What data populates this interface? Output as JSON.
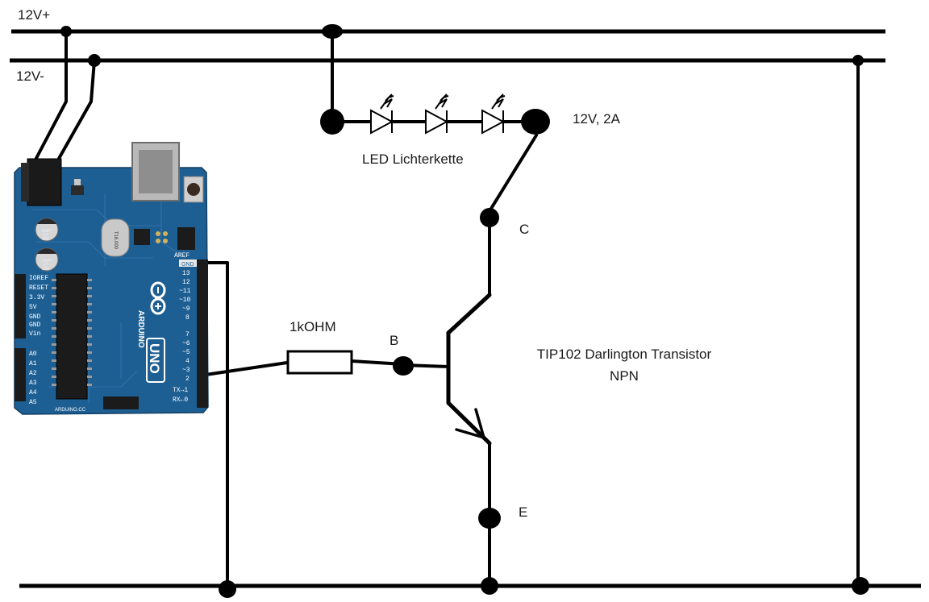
{
  "labels": {
    "rail_pos": "12V+",
    "rail_neg": "12V-",
    "supply": "12V, 2A",
    "led_chain": "LED Lichterkette",
    "resistor": "1kOHM",
    "base": "B",
    "collector": "C",
    "emitter": "E",
    "transistor_line1": "TIP102 Darlington Transistor",
    "transistor_line2": "NPN"
  },
  "arduino": {
    "brand": "UNO",
    "logo": "ARDUINO",
    "site": "ARDUINO.CC",
    "header_top": [
      "AREF",
      "GND",
      "13",
      "12",
      "~11",
      "~10",
      "~9",
      "8",
      "7",
      "~6",
      "~5",
      "4",
      "~3",
      "2",
      "TX→1",
      "RX←0"
    ],
    "header_power": [
      "IOREF",
      "RESET",
      "3.3V",
      "5V",
      "GND",
      "GND",
      "Vin"
    ],
    "header_analog": [
      "A0",
      "A1",
      "A2",
      "A3",
      "A4",
      "A5"
    ],
    "cap_text": [
      "10047",
      "47",
      "25V"
    ],
    "crystal_text": "T16.000"
  },
  "colors": {
    "wire": "#000000",
    "board": "#1e5f93",
    "board_dark": "#154a75",
    "header": "#1b1b1b"
  },
  "icons": [
    "led-symbol",
    "resistor-symbol",
    "npn-transistor-symbol",
    "junction-dot",
    "arduino-board"
  ]
}
